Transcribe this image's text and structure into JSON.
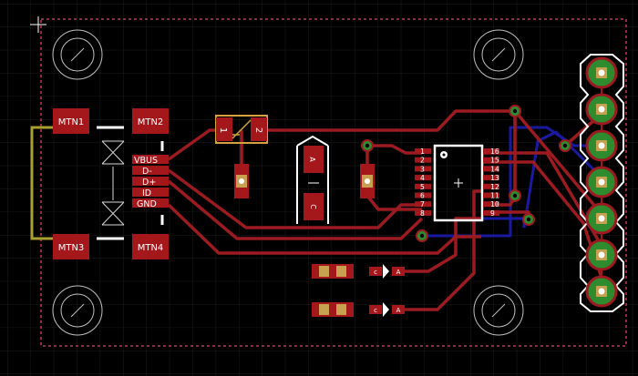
{
  "board": {
    "colors": {
      "background": "#000000",
      "grid": "#1c1c1c",
      "outline": "#c8325a",
      "top_copper": "#9b1b20",
      "bottom_copper": "#1a1aa0",
      "pad": "#a4171b",
      "via": "#2e8b2e",
      "silk": "#ffffff",
      "gold": "#c8a050",
      "yellow_wire": "#a8a030"
    },
    "usb_pads": {
      "mtn1": "MTN1",
      "mtn2": "MTN2",
      "mtn3": "MTN3",
      "mtn4": "MTN4"
    },
    "usb_pins": [
      "VBUS",
      "D-",
      "D+",
      "ID",
      "GND"
    ],
    "fuse_pins": {
      "p1": "1",
      "p2": "2"
    },
    "cap_pins": {
      "anode": "A",
      "cathode": "C"
    },
    "ic_left_pins": [
      "1",
      "2",
      "3",
      "4",
      "5",
      "6",
      "7",
      "8"
    ],
    "ic_right_pins": [
      "16",
      "15",
      "14",
      "13",
      "12",
      "11",
      "10",
      "9"
    ],
    "led_pins": {
      "cathode": "c",
      "anode": "A"
    },
    "header_pin_count": 7
  }
}
